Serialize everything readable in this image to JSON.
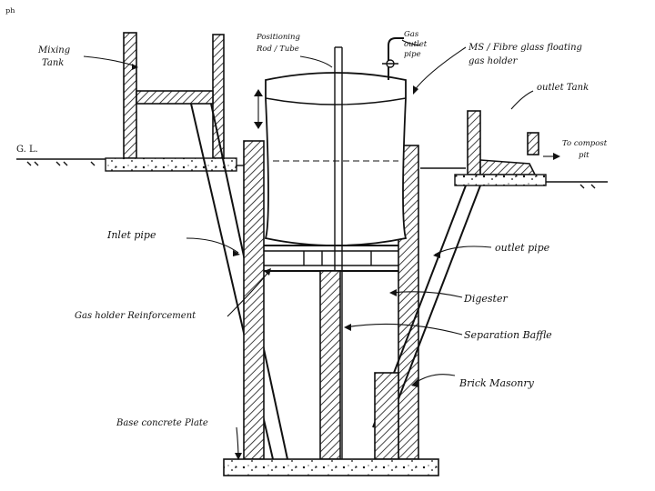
{
  "diagram": {
    "corner_mark": "ᵖʰ",
    "labels": {
      "mixing_tank": [
        "Mixing",
        "Tank"
      ],
      "positioning_rod": [
        "Positioning",
        "Rod / Tube"
      ],
      "gas_outlet_pipe": [
        "Gas",
        "outlet",
        "pipe"
      ],
      "floating_gas_holder": [
        "MS / Fibre glass floating",
        "gas holder"
      ],
      "outlet_tank": "outlet Tank",
      "ground_level": "G. L.",
      "to_compost_pit": [
        "To compost",
        "pit"
      ],
      "inlet_pipe": "Inlet pipe",
      "outlet_pipe": "outlet pipe",
      "gas_holder_reinforcement": "Gas holder Reinforcement",
      "digester": "Digester",
      "separation_baffle": "Separation Baffle",
      "brick_masonry": "Brick Masonry",
      "base_concrete_plate": "Base concrete Plate"
    }
  }
}
